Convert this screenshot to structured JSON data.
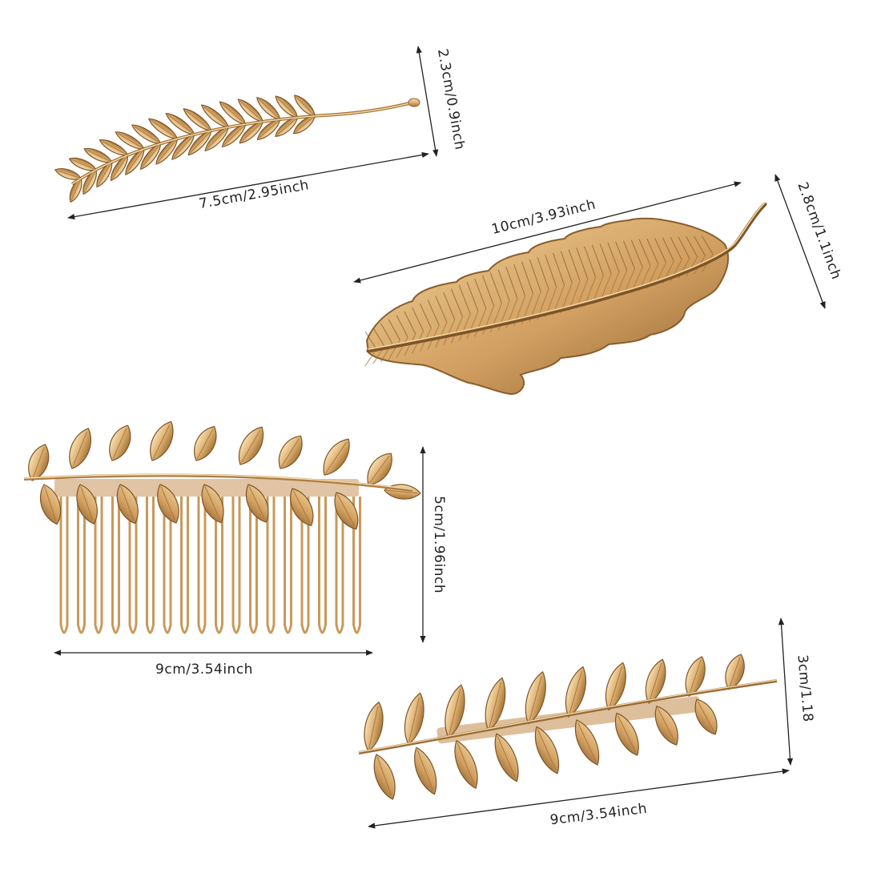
{
  "items": [
    {
      "name": "feather-barrette-small",
      "length_label": "7.5cm/2.95inch",
      "width_label": "2.3cm/0.9inch"
    },
    {
      "name": "feather-barrette-large",
      "length_label": "10cm/3.93inch",
      "width_label": "2.8cm/1.1inch"
    },
    {
      "name": "leaf-hair-comb",
      "length_label": "9cm/3.54inch",
      "width_label": "5cm/1.96inch"
    },
    {
      "name": "leaf-barrette",
      "length_label": "9cm/3.54inch",
      "width_label": "3cm/1.18"
    }
  ],
  "colors": {
    "gold_light": "#f3d7a4",
    "gold_mid": "#d9ad6e",
    "gold_dark": "#a9773d",
    "gold_shadow": "#7d5527",
    "dimension_line": "#222222",
    "background": "#ffffff"
  }
}
